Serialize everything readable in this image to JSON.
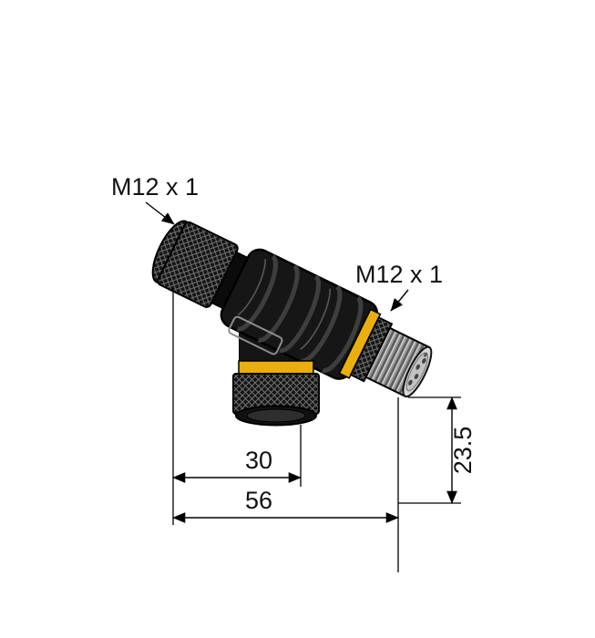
{
  "labels": {
    "left_connector_thread": "M12 x 1",
    "right_connector_thread": "M12 x 1"
  },
  "dimensions": {
    "branch_offset": "30",
    "total_length": "56",
    "connector_height": "23.5"
  },
  "colors": {
    "accent_ring": "#eaaf0e",
    "body": "#161616",
    "connector_face": "#d6d6d6",
    "connector_face_inner": "#c2c2c2",
    "line": "#000000",
    "background": "#ffffff"
  }
}
